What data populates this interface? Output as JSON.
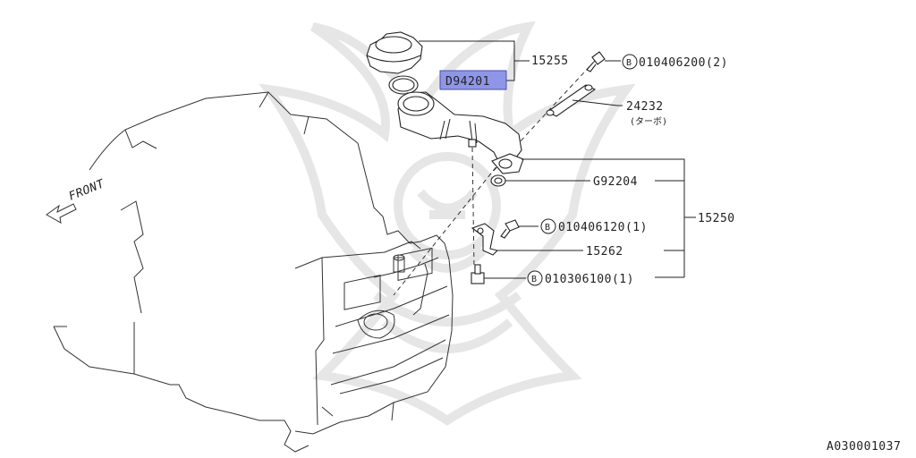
{
  "diagram": {
    "direction_label": "FRONT",
    "bolt_symbol": "B",
    "ref_code": "A030001037",
    "watermark_color": "#e6e6e6",
    "highlight_color": "#8f96e8",
    "labels": {
      "cap_assembly": "15255",
      "highlighted_seal": "D94201",
      "bolt_top": "010406200(2)",
      "bracket": "24232",
      "bracket_note": "(ターボ)",
      "gasket": "G92204",
      "filler_assembly": "15250",
      "bolt_middle": "010406120(1)",
      "clamp": "15262",
      "bolt_bottom": "010306100(1)"
    }
  }
}
